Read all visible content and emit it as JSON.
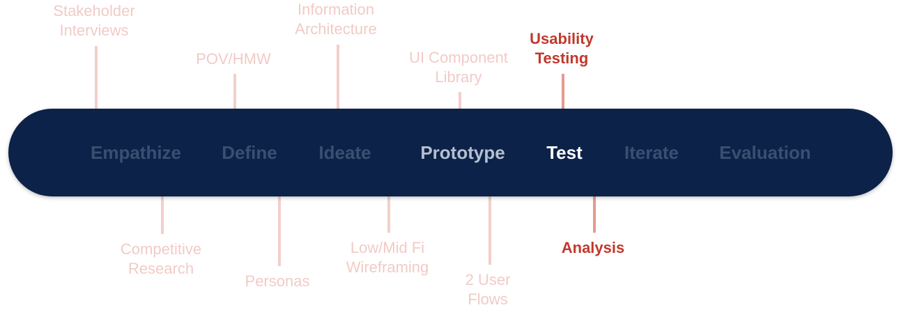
{
  "phases": [
    {
      "label": "Empathize",
      "state": "dim"
    },
    {
      "label": "Define",
      "state": "dim"
    },
    {
      "label": "Ideate",
      "state": "dim"
    },
    {
      "label": "Prototype",
      "state": "semi"
    },
    {
      "label": "Test",
      "state": "active"
    },
    {
      "label": "Iterate",
      "state": "dim"
    },
    {
      "label": "Evaluation",
      "state": "dim"
    }
  ],
  "top_activities": [
    {
      "text": "Stakeholder\nInterviews",
      "active": false
    },
    {
      "text": "POV/HMW",
      "active": false
    },
    {
      "text": "Information\nArchitecture",
      "active": false
    },
    {
      "text": "UI Component\nLibrary",
      "active": false
    },
    {
      "text": "Usability\nTesting",
      "active": true
    }
  ],
  "bottom_activities": [
    {
      "text": "Competitive\nResearch",
      "active": false
    },
    {
      "text": "Personas",
      "active": false
    },
    {
      "text": "Low/Mid Fi\nWireframing",
      "active": false
    },
    {
      "text": "2 User\nFlows",
      "active": false
    },
    {
      "text": "Analysis",
      "active": true
    }
  ],
  "colors": {
    "bar": "#0c2249",
    "phase_dim": "#3b4f71",
    "phase_semi": "#b5bfd0",
    "phase_active": "#ffffff",
    "activity_dim": "#f1cbc6",
    "activity_active": "#c0392b"
  }
}
